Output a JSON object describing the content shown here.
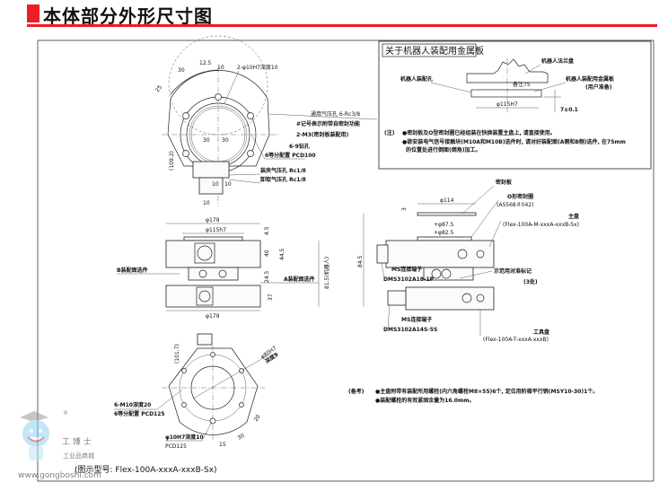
{
  "title": "本体部分外形尺寸图",
  "colors": {
    "accent": "#ee1c25"
  },
  "top_view": {
    "dim_12_5": "12.5",
    "dim_10a": "10",
    "dim_30": "30",
    "dim_25": "25",
    "pin_hole": "2-φ10H7深度10",
    "air_port": "通用气压孔 6-Rc3/8",
    "self_seal_note": "#记号表示附带自密封功能",
    "m3": "2-M3(密封板装配用)",
    "drill": "6-9钻孔",
    "pcd100": "6等分配置 PCD100",
    "clamp_port": "装夹气压孔 Rc1/8",
    "release_port": "卸取气压孔 Rc1/8",
    "dim_109": "(109.2)",
    "dim_30b": "30",
    "dim_30c": "30",
    "dim_10b": "10",
    "dim_10c": "10",
    "dim_10d": "10"
  },
  "side_view": {
    "d179_top": "φ179",
    "d115": "φ115h7",
    "d4_5": "4.5",
    "d44_5": "44.5",
    "d40": "40",
    "d24_5": "24.5",
    "d37": "37",
    "d81_5": "81.5(机器人)",
    "d179_bottom": "φ179",
    "b_option": "B装配面选件",
    "a_option": "A装配面选件"
  },
  "right_view": {
    "seal_plate": "密封板",
    "d114": "φ114",
    "o_ring": "O形密封圈",
    "o_ring_spec": "(AS568＃042)",
    "master": "主盘",
    "master_model": "(Flex-100A-M-xxxA-xxxB-Sx)",
    "d87_5": "+φ87.5",
    "d82_5": "+φ82.5",
    "d84_5": "84.5",
    "d3": "3",
    "ms1": "MS连接端子",
    "ms1_part": "DMS3102A18-1P",
    "align": "示范用对准标记",
    "align_count": "(3处)",
    "ms2": "MS连接端子",
    "ms2_part": "DMS3102A14S-5S",
    "tool": "工具盘",
    "tool_model": "(Flex-100A-T-xxxA-xxxB)"
  },
  "bottom_view": {
    "d101_7": "(101.7)",
    "d80": "φ80H7",
    "depth9": "深度9",
    "m10": "6-M10深度20",
    "pcd125a": "6等分配置 PCD125",
    "pin": "φ10H7深度10",
    "pcd125b": "PCD125",
    "d15": "15",
    "d30": "30",
    "d20": "20"
  },
  "caption": "(图示型号: Flex-100A-xxxA-xxxB-Sx)",
  "remarks": {
    "label": "(备考)",
    "line1": "●主盘附带有装配所用螺栓(内六角螺栓M8×55)6个, 定位用阶梯平行销(MSY10-30)1个。",
    "line2": "●装配螺栓的有效紧固余量为16.0mm。"
  },
  "inset": {
    "title": "关于机器人装配用金属板",
    "flange": "机器人法兰盘",
    "mount_hole": "机器人装配孔",
    "plate": "机器人装配用金属板",
    "user_prep": "(用户准备)",
    "note75": "备注75",
    "d115": "φ115H7",
    "t7": "7±0.1",
    "note_label": "(注)",
    "note1": "●密封板及O型密封圈已经组装在快换装置主盘上, 请直接使用。",
    "note2": "●欲安装电气信号接触块(M10A和M10B)选件时, 请对好装配面(A侧和B侧)选件, 在75mm",
    "note3": "的位置处进行倒面(倒角)加工。"
  },
  "watermark": {
    "brand": "工 博 士",
    "sub": "工业品商城",
    "url": "www.gongboshi.com",
    "reg": "®"
  }
}
